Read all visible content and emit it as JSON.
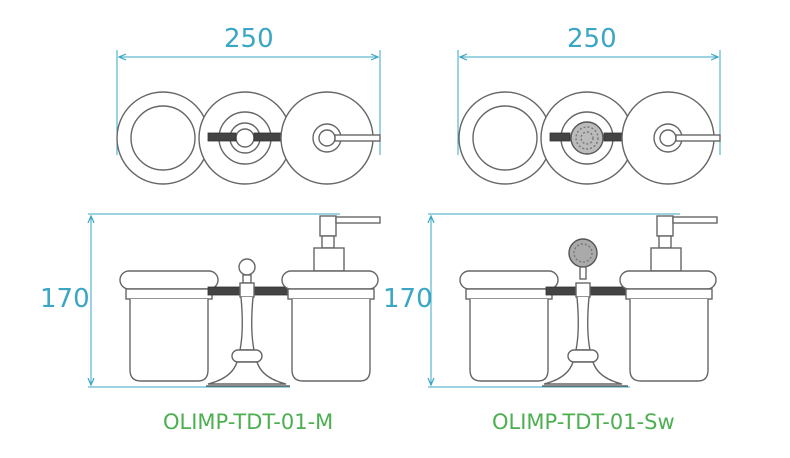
{
  "colors": {
    "dimension": "#3aa6c4",
    "model_label": "#4caf50",
    "line": "#555555"
  },
  "left": {
    "width_dim": "250",
    "height_dim": "170",
    "model": "OLIMP-TDT-01-M",
    "finial": "ball"
  },
  "right": {
    "width_dim": "250",
    "height_dim": "170",
    "model": "OLIMP-TDT-01-Sw",
    "finial": "crystal-ball"
  }
}
